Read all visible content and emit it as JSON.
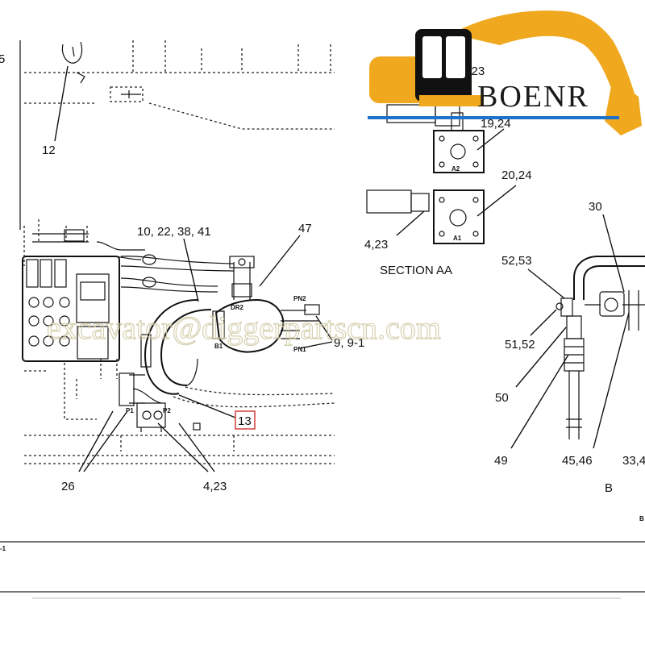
{
  "logo": {
    "brand_text": "BOENR",
    "colors": {
      "excavator": "#f0a81e",
      "cab": "#111111",
      "rule": "#1e73c8"
    }
  },
  "watermark": "excavator@diggerpartscn.com",
  "callouts": [
    {
      "id": "c12",
      "text": "12"
    },
    {
      "id": "c10",
      "text": "10, 22, 38, 41"
    },
    {
      "id": "c47",
      "text": "47"
    },
    {
      "id": "c13",
      "text": "13",
      "boxed": true
    },
    {
      "id": "c9",
      "text": "9, 9-1"
    },
    {
      "id": "c26",
      "text": "26"
    },
    {
      "id": "c4a",
      "text": "4,23"
    },
    {
      "id": "c423b",
      "text": "4,23"
    },
    {
      "id": "c423c",
      "text": "4,23"
    },
    {
      "id": "c1924",
      "text": "19,24"
    },
    {
      "id": "c2024",
      "text": "20,24"
    },
    {
      "id": "c30",
      "text": "30"
    },
    {
      "id": "c5253",
      "text": "52,53"
    },
    {
      "id": "c5152",
      "text": "51,52"
    },
    {
      "id": "c50",
      "text": "50"
    },
    {
      "id": "c49",
      "text": "49"
    },
    {
      "id": "c4546",
      "text": "45,46"
    },
    {
      "id": "c33",
      "text": "33,4"
    }
  ],
  "section_title": "SECTION AA",
  "view_label": "B",
  "port_labels": {
    "pn2": "PN2",
    "pn1": "PN1",
    "b1": "B1",
    "dr2": "DR2",
    "p1": "P1",
    "p2": "P2",
    "a1": "A1",
    "a2": "A2"
  },
  "page_marks": {
    "left_top": "5",
    "bottom_left": "-1",
    "bottom_right": "B"
  }
}
